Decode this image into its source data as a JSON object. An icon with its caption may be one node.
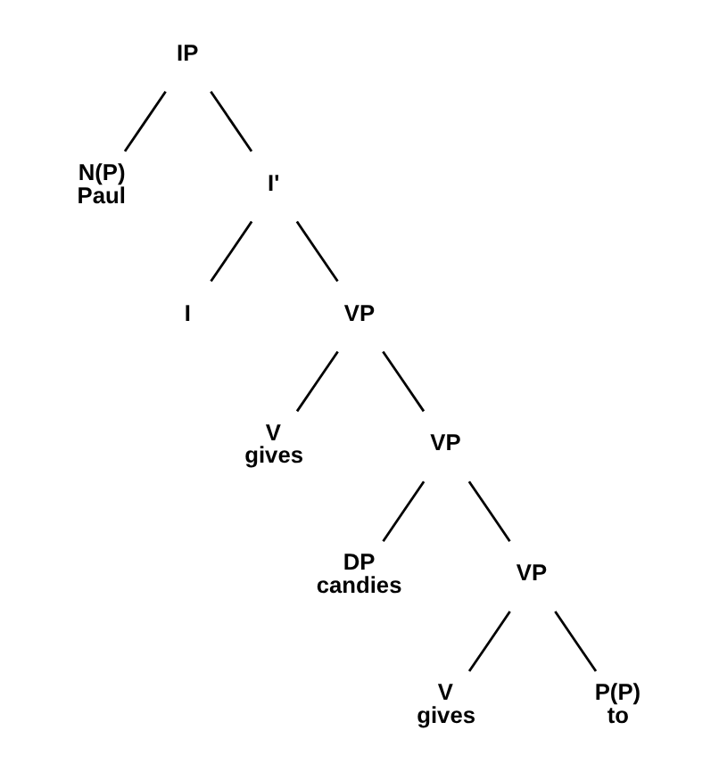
{
  "diagram": {
    "nodes": [
      {
        "text": [
          "IP"
        ]
      },
      {
        "text": [
          "N(P)",
          "Paul"
        ]
      },
      {
        "text": [
          "I'"
        ]
      },
      {
        "text": [
          "I"
        ]
      },
      {
        "text": [
          "VP"
        ]
      },
      {
        "text": [
          "V",
          "gives"
        ]
      },
      {
        "text": [
          "VP"
        ]
      },
      {
        "text": [
          "DP",
          "candies"
        ]
      },
      {
        "text": [
          "VP"
        ]
      },
      {
        "text": [
          "V",
          "gives"
        ]
      },
      {
        "text": [
          "P(P)",
          "to"
        ]
      }
    ],
    "edges": [
      {
        "from": 0,
        "to": 1,
        "arrow": "none"
      },
      {
        "from": 0,
        "to": 2,
        "arrow": "none"
      },
      {
        "from": 2,
        "to": 3,
        "arrow": "none"
      },
      {
        "from": 2,
        "to": 4,
        "arrow": "none"
      },
      {
        "from": 4,
        "to": 5,
        "arrow": "none"
      },
      {
        "from": 4,
        "to": 6,
        "arrow": "none"
      },
      {
        "from": 6,
        "to": 7,
        "arrow": "none"
      },
      {
        "from": 6,
        "to": 8,
        "arrow": "none"
      },
      {
        "from": 8,
        "to": 9,
        "arrow": "none"
      },
      {
        "from": 8,
        "to": 10,
        "arrow": "none"
      }
    ]
  }
}
